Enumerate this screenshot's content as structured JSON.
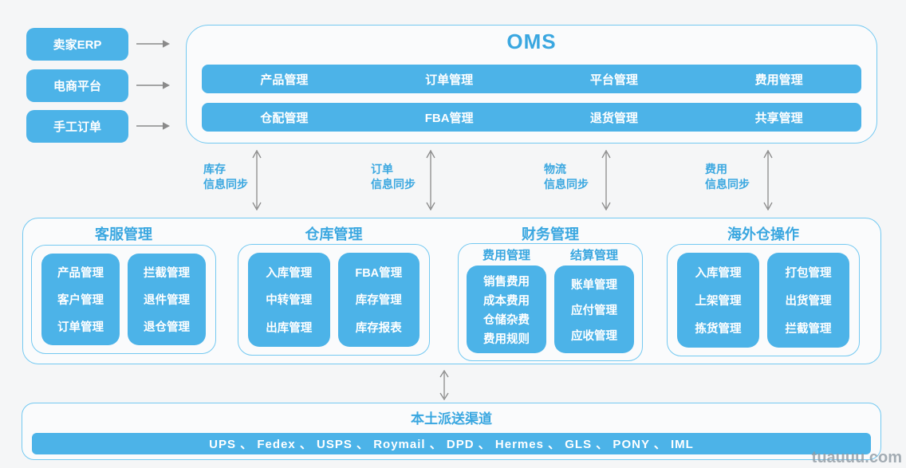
{
  "colors": {
    "primary_blue": "#4CB3E8",
    "text_blue": "#3AA7E0",
    "border_blue": "#74C9F1",
    "arrow_gray": "#8A8A8A",
    "background": "#F5F6F7",
    "white_text": "#FFFFFF"
  },
  "sources": [
    {
      "label": "卖家ERP"
    },
    {
      "label": "电商平台"
    },
    {
      "label": "手工订单"
    }
  ],
  "oms": {
    "title": "OMS",
    "row1": [
      "产品管理",
      "订单管理",
      "平台管理",
      "费用管理"
    ],
    "row2": [
      "仓配管理",
      "FBA管理",
      "退货管理",
      "共享管理"
    ]
  },
  "sync_links": [
    {
      "line1": "库存",
      "line2": "信息同步"
    },
    {
      "line1": "订单",
      "line2": "信息同步"
    },
    {
      "line1": "物流",
      "line2": "信息同步"
    },
    {
      "line1": "费用",
      "line2": "信息同步"
    }
  ],
  "sections": {
    "customer_service": {
      "title": "客服管理",
      "col1": [
        "产品管理",
        "客户管理",
        "订单管理"
      ],
      "col2": [
        "拦截管理",
        "退件管理",
        "退仓管理"
      ]
    },
    "warehouse": {
      "title": "仓库管理",
      "col1": [
        "入库管理",
        "中转管理",
        "出库管理"
      ],
      "col2": [
        "FBA管理",
        "库存管理",
        "库存报表"
      ]
    },
    "finance": {
      "title": "财务管理",
      "sub1": {
        "header": "费用管理",
        "items": [
          "销售费用",
          "成本费用",
          "仓储杂费",
          "费用规则"
        ]
      },
      "sub2": {
        "header": "结算管理",
        "items": [
          "账单管理",
          "应付管理",
          "应收管理"
        ]
      }
    },
    "overseas": {
      "title": "海外仓操作",
      "col1": [
        "入库管理",
        "上架管理",
        "拣货管理"
      ],
      "col2": [
        "打包管理",
        "出货管理",
        "拦截管理"
      ]
    }
  },
  "delivery": {
    "title": "本土派送渠道",
    "carriers": "UPS 、 Fedex 、 USPS 、 Roymail 、 DPD 、 Hermes 、 GLS 、 PONY 、 IML"
  },
  "watermark": "tuauuu.com"
}
